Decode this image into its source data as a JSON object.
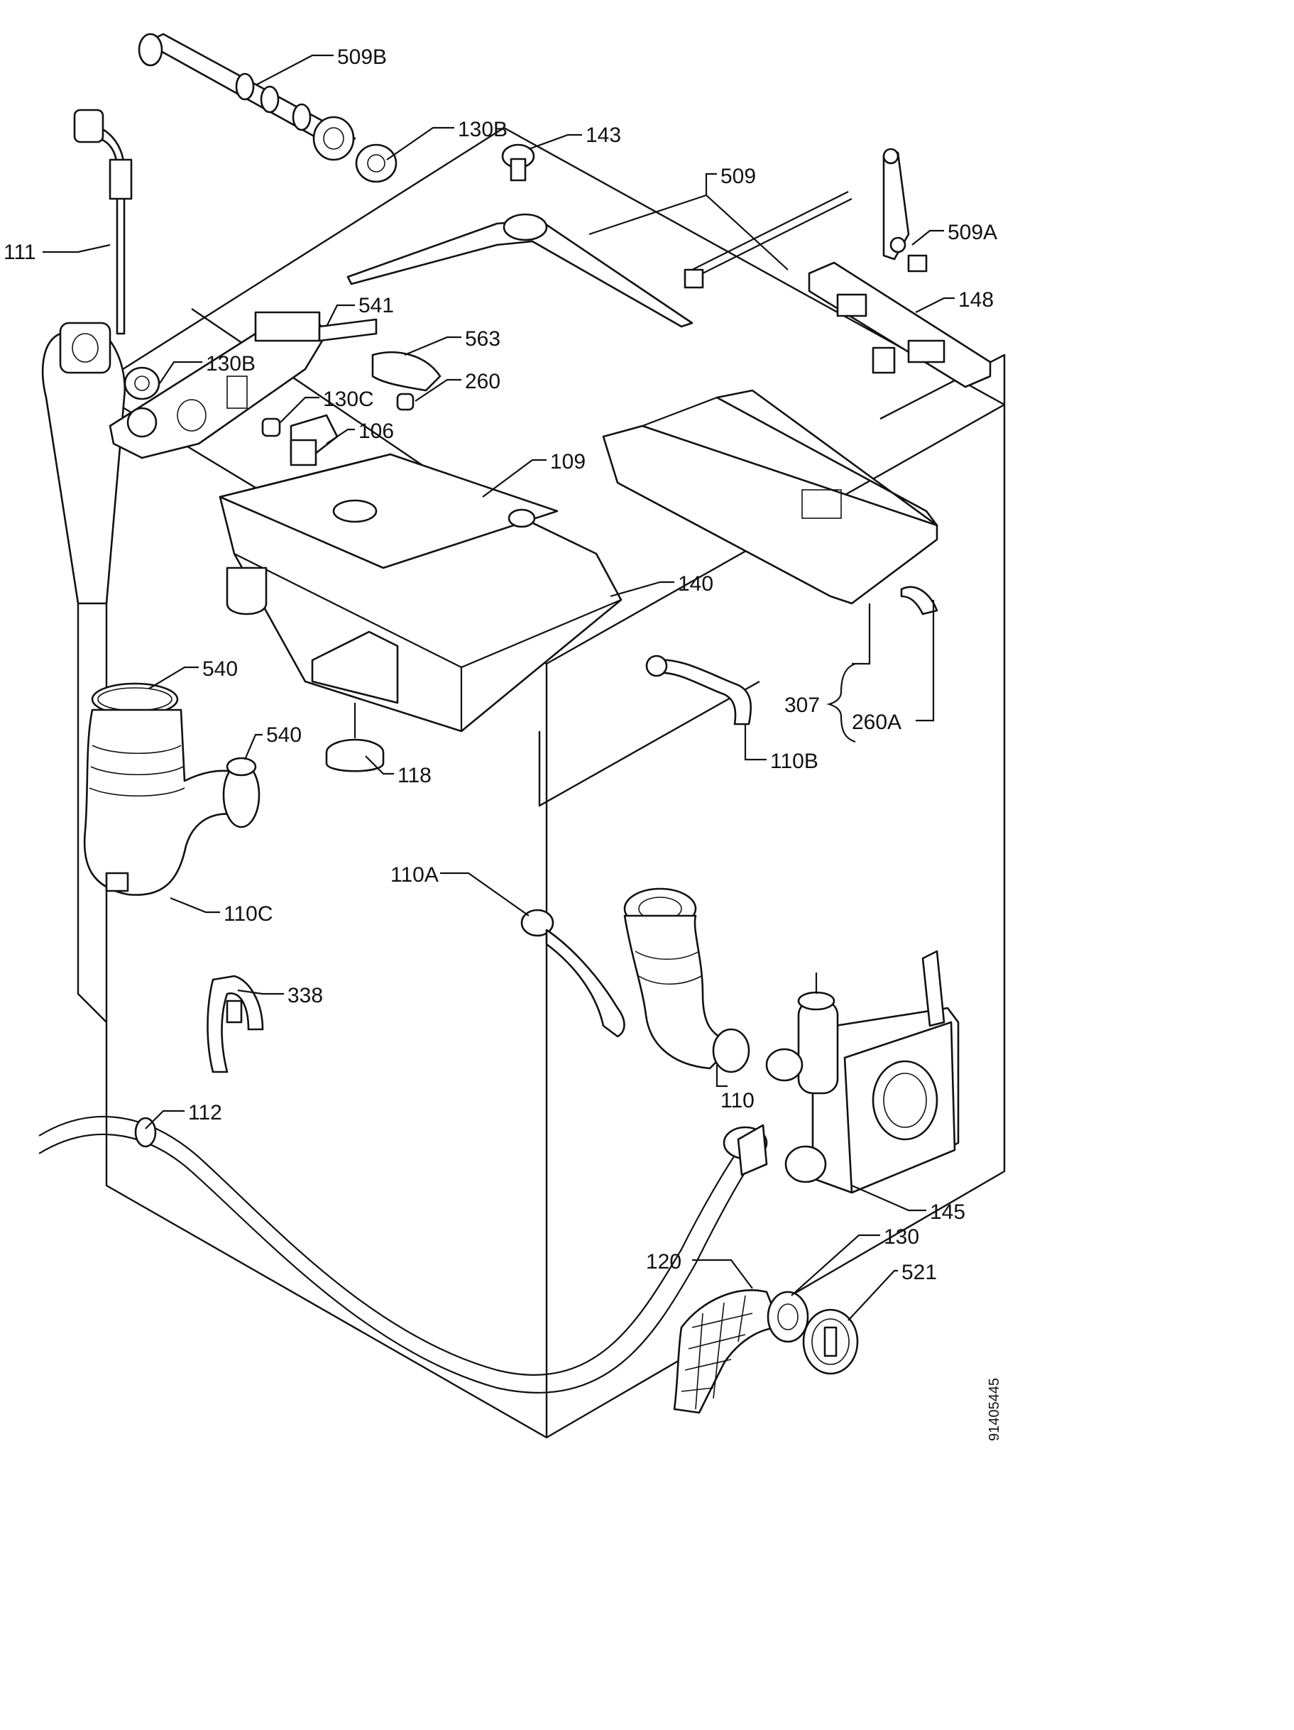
{
  "diagram": {
    "labels": {
      "509B": "509B",
      "130B_top": "130B",
      "143": "143",
      "509": "509",
      "509A": "509A",
      "111": "111",
      "541": "541",
      "563": "563",
      "130B_mid": "130B",
      "130C": "130C",
      "260": "260",
      "106": "106",
      "148": "148",
      "109": "109",
      "140": "140",
      "540_a": "540",
      "540_b": "540",
      "307": "307",
      "260A": "260A",
      "110B": "110B",
      "118": "118",
      "110A": "110A",
      "110C": "110C",
      "338": "338",
      "110": "110",
      "112": "112",
      "145": "145",
      "130": "130",
      "120": "120",
      "521": "521"
    },
    "document_number": "91405445"
  }
}
